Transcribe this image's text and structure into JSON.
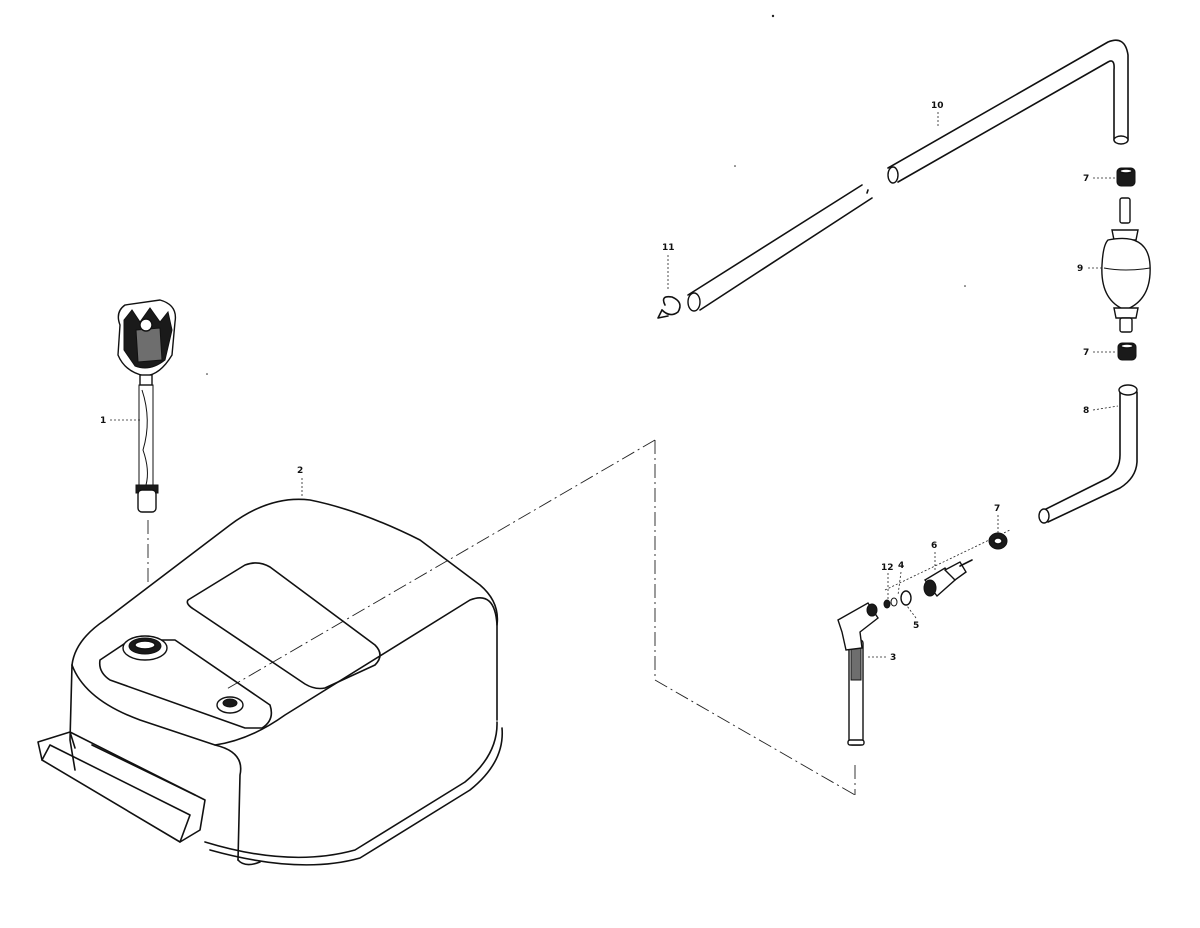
{
  "diagram": {
    "callouts": {
      "part_1": "1",
      "part_2": "2",
      "part_3": "3",
      "part_4": "4",
      "part_5": "5",
      "part_6": "6",
      "part_7a": "7",
      "part_7b": "7",
      "part_7c": "7",
      "part_8": "8",
      "part_9": "9",
      "part_10": "10",
      "part_11": "11",
      "part_12": "12"
    }
  }
}
